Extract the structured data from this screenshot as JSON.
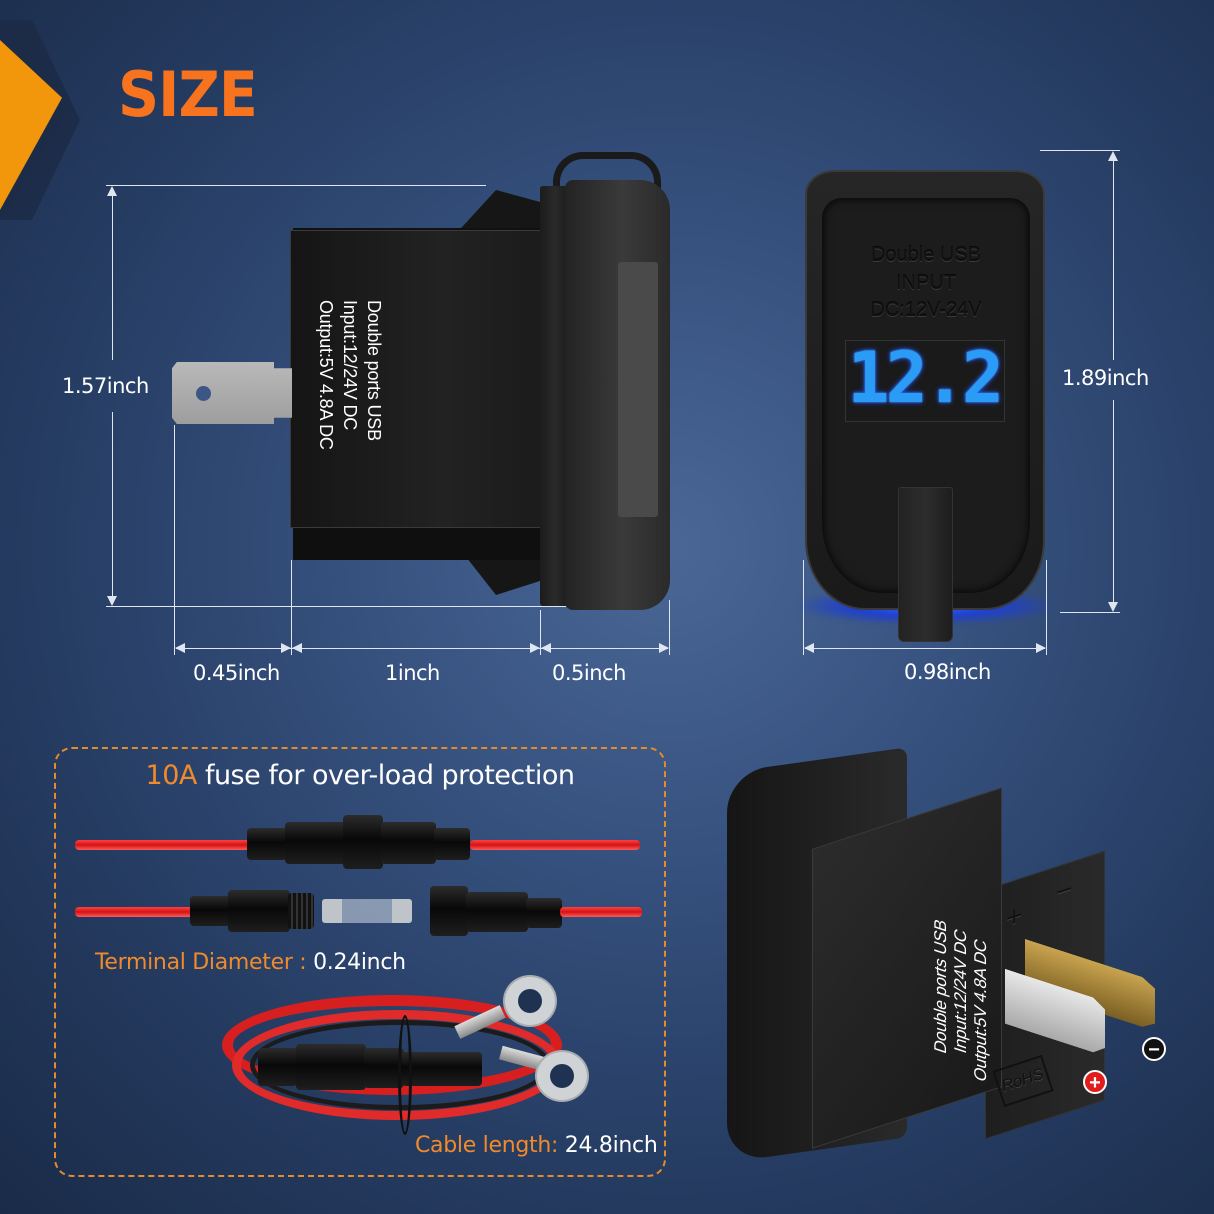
{
  "header": {
    "title": "SIZE"
  },
  "colors": {
    "title_orange": "#f7731d",
    "accent_orange": "#f2960c",
    "background_blue": "#35507d",
    "lcd_blue": "#2a9cf5",
    "dashed_border": "#e88a2a"
  },
  "side_view": {
    "label_lines": [
      "Double ports USB",
      "Input:12/24V DC",
      "Output:5V 4.8A DC"
    ],
    "dimensions": {
      "height": "1.57inch",
      "terminal_length": "0.45inch",
      "body_length": "1inch",
      "cap_depth": "0.5inch"
    }
  },
  "front_view": {
    "printed_lines": [
      "Double USB",
      "INPUT",
      "DC:12V-24V"
    ],
    "voltmeter_reading": "12.2",
    "dimensions": {
      "height": "1.89inch",
      "width": "0.98inch"
    }
  },
  "fuse_section": {
    "title_highlight": "10A",
    "title_rest": " fuse for over-load protection",
    "terminal_label": "Terminal Diameter : ",
    "terminal_value": "0.24inch",
    "cable_label": "Cable length: ",
    "cable_value": "24.8inch"
  },
  "angled_view": {
    "label_lines": [
      "Double ports USB",
      "Input:12/24V DC",
      "Output:5V 4.8A DC"
    ],
    "rohs_mark": "RoHS",
    "plus_badge": "+",
    "minus_badge": "−",
    "plus_mold": "+",
    "minus_mold": "−"
  }
}
